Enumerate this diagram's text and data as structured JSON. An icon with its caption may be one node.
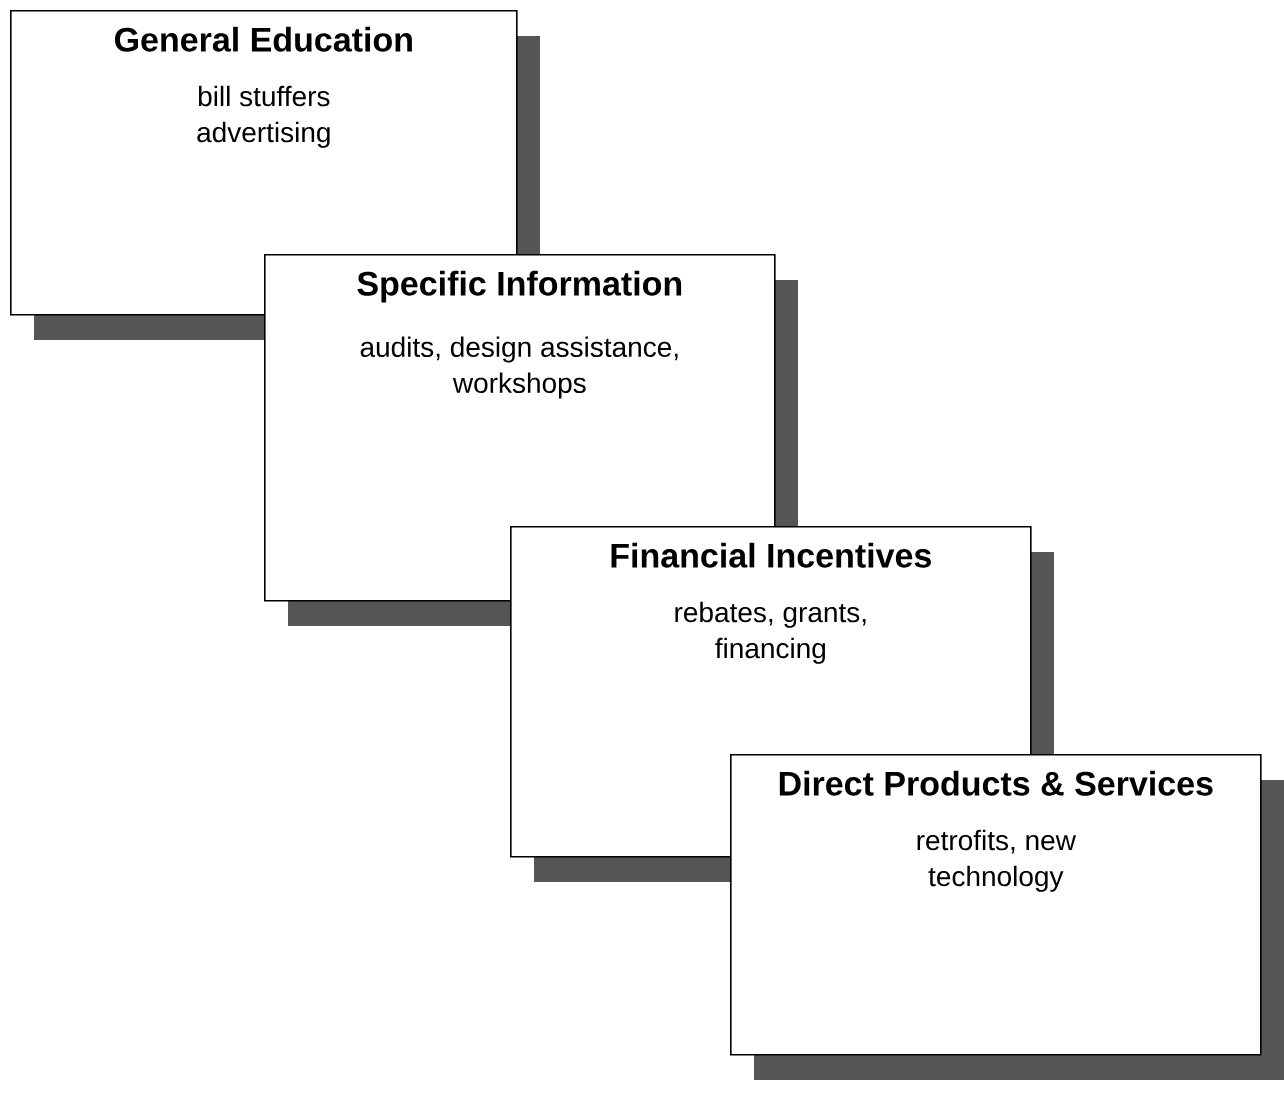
{
  "diagram": {
    "nodes": [
      {
        "text": [
          "General Education",
          "bill stuffers advertising"
        ]
      },
      {
        "text": [
          "Specific Information",
          "audits, design assistance, workshops"
        ]
      },
      {
        "text": [
          "Financial Incentives",
          "rebates, grants, financing"
        ]
      },
      {
        "text": [
          "Direct Products & Services",
          "retrofits, new technology"
        ]
      }
    ]
  }
}
